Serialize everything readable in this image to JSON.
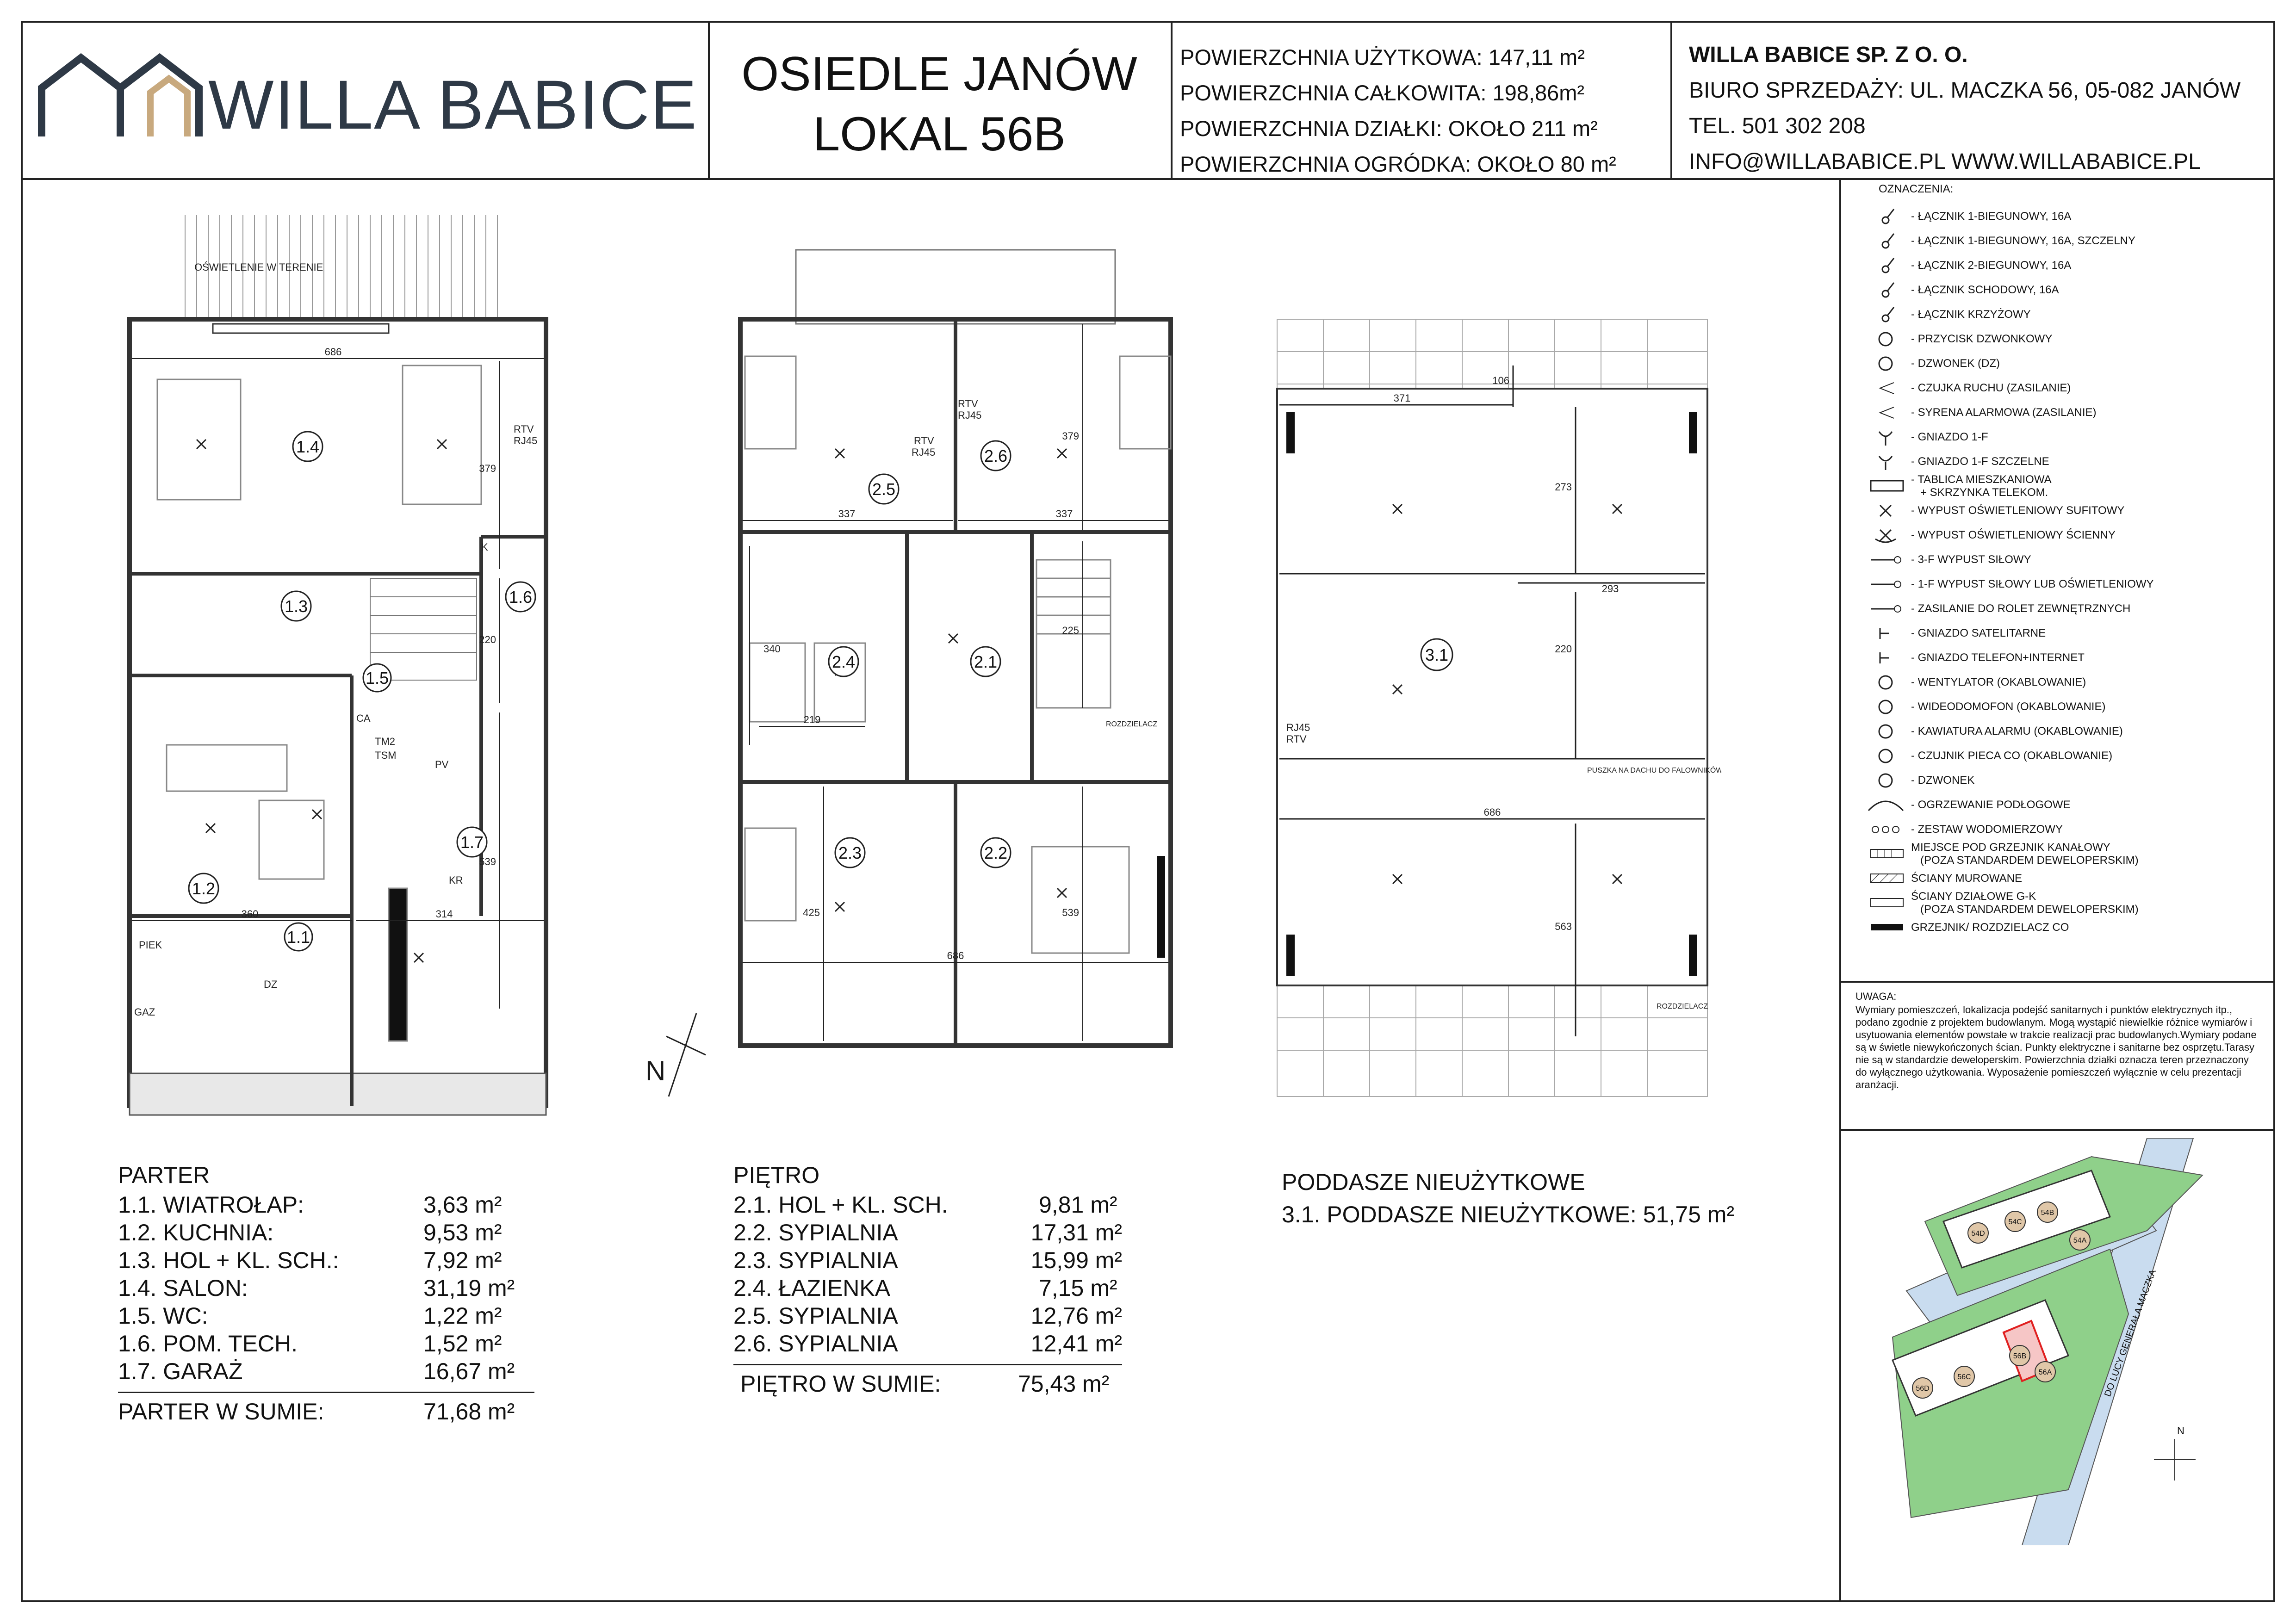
{
  "brand": {
    "name": "WILLA BABICE",
    "color": "#2e3946",
    "accent": "#c8a97e"
  },
  "title": {
    "line1": "OSIEDLE JANÓW",
    "line2": "LOKAL 56B"
  },
  "areas": [
    "POWIERZCHNIA UŻYTKOWA: 147,11 m²",
    "POWIERZCHNIA CAŁKOWITA: 198,86m²",
    "POWIERZCHNIA DZIAŁKI: OKOŁO 211 m²",
    "POWIERZCHNIA OGRÓDKA: OKOŁO 80 m²"
  ],
  "company": {
    "name": "WILLA BABICE SP. Z O. O.",
    "office": "BIURO SPRZEDAŻY: UL. MACZKA 56, 05-082 JANÓW",
    "phone": "TEL. 501 302 208",
    "contact": "INFO@WILLABABICE.PL  WWW.WILLABABICE.PL"
  },
  "plans": {
    "ground": {
      "rooms": [
        "1.4",
        "1.3",
        "1.6",
        "1.5",
        "1.7",
        "1.2",
        "1.1"
      ],
      "dims": [
        "686",
        "379",
        "220",
        "539",
        "360",
        "314"
      ],
      "labels": [
        "OŚWIETLENIE W TERENIE",
        "RTV",
        "RJ45",
        "CA",
        "TM2",
        "TSM",
        "PV",
        "KR",
        "K",
        "GAZ",
        "PIEK",
        "DZ"
      ],
      "north": "N"
    },
    "floor": {
      "rooms": [
        "2.5",
        "2.6",
        "2.4",
        "2.1",
        "2.3",
        "2.2"
      ],
      "dims": [
        "337",
        "337",
        "379",
        "340",
        "219",
        "225",
        "425",
        "539",
        "686"
      ],
      "labels": [
        "RTV",
        "RJ45",
        "RTV",
        "RJ45",
        "ROZDZIELACZ"
      ]
    },
    "attic": {
      "rooms": [
        "3.1"
      ],
      "dims": [
        "371",
        "106",
        "273",
        "293",
        "220",
        "686",
        "563"
      ],
      "labels": [
        "RJ45",
        "RTV",
        "PUSZKA NA DACHU DO FALOWNIKÓW",
        "ROZDZIELACZ"
      ]
    }
  },
  "tables": {
    "ground": {
      "title": "PARTER",
      "rows": [
        {
          "name": "1.1. WIATROŁAP:",
          "area": "3,63 m²"
        },
        {
          "name": "1.2. KUCHNIA:",
          "area": "9,53 m²"
        },
        {
          "name": "1.3. HOL + KL. SCH.:",
          "area": "7,92 m²"
        },
        {
          "name": "1.4. SALON:",
          "area": "31,19 m²"
        },
        {
          "name": "1.5. WC:",
          "area": "1,22 m²"
        },
        {
          "name": "1.6. POM. TECH.",
          "area": "1,52 m²"
        },
        {
          "name": "1.7. GARAŻ",
          "area": "16,67 m²"
        }
      ],
      "sum_label": "PARTER W SUMIE:",
      "sum_value": "71,68 m²"
    },
    "floor": {
      "title": "PIĘTRO",
      "rows": [
        {
          "name": "2.1. HOL + KL. SCH.",
          "area": "9,81 m²"
        },
        {
          "name": "2.2. SYPIALNIA",
          "area": "17,31 m²"
        },
        {
          "name": "2.3. SYPIALNIA",
          "area": "15,99 m²"
        },
        {
          "name": "2.4. ŁAZIENKA",
          "area": "7,15 m²"
        },
        {
          "name": "2.5. SYPIALNIA",
          "area": "12,76 m²"
        },
        {
          "name": "2.6. SYPIALNIA",
          "area": "12,41 m²"
        }
      ],
      "sum_label": "PIĘTRO W SUMIE:",
      "sum_value": "75,43 m²"
    },
    "attic": {
      "title": "PODDASZE NIEUŻYTKOWE",
      "rows": [
        {
          "name": "3.1. PODDASZE NIEUŻYTKOWE:",
          "area": "51,75 m²"
        }
      ]
    }
  },
  "legend": {
    "title": "OZNACZENIA:",
    "items": [
      {
        "label": "- ŁĄCZNIK 1-BIEGUNOWY, 16A",
        "icon": "switch-1-icon"
      },
      {
        "label": "- ŁĄCZNIK 1-BIEGUNOWY, 16A, SZCZELNY",
        "icon": "switch-1-sealed-icon"
      },
      {
        "label": "- ŁĄCZNIK 2-BIEGUNOWY, 16A",
        "icon": "switch-2-icon"
      },
      {
        "label": "- ŁĄCZNIK SCHODOWY, 16A",
        "icon": "switch-stair-icon"
      },
      {
        "label": "- ŁĄCZNIK KRZYŻOWY",
        "icon": "switch-cross-icon"
      },
      {
        "label": "- PRZYCISK DZWONKOWY",
        "icon": "bell-button-icon"
      },
      {
        "label": "- DZWONEK (DZ)",
        "icon": "bell-icon"
      },
      {
        "label": "-   CZUJKA RUCHU (ZASILANIE)",
        "icon": "motion-sensor-icon"
      },
      {
        "label": "-   SYRENA ALARMOWA (ZASILANIE)",
        "icon": "siren-icon"
      },
      {
        "label": "- GNIAZDO 1-F",
        "icon": "socket-icon"
      },
      {
        "label": "- GNIAZDO 1-F SZCZELNE",
        "icon": "socket-sealed-icon"
      },
      {
        "label": "- TABLICA MIESZKANIOWA",
        "label2": "+ SKRZYNKA TELEKOM.",
        "icon": "panel-icon"
      },
      {
        "label": "- WYPUST OŚWIETLENIOWY SUFITOWY",
        "icon": "ceiling-light-icon"
      },
      {
        "label": "- WYPUST OŚWIETLENIOWY ŚCIENNY",
        "icon": "wall-light-icon"
      },
      {
        "label": "- 3-F WYPUST SIŁOWY",
        "icon": "power-3f-icon"
      },
      {
        "label": "- 1-F WYPUST SIŁOWY LUB OŚWIETLENIOWY",
        "icon": "power-1f-icon"
      },
      {
        "label": "- ZASILANIE DO ROLET ZEWNĘTRZNYCH",
        "icon": "blinds-power-icon"
      },
      {
        "label": "- GNIAZDO SATELITARNE",
        "icon": "sat-socket-icon"
      },
      {
        "label": "- GNIAZDO TELEFON+INTERNET",
        "icon": "phone-socket-icon"
      },
      {
        "label": "- WENTYLATOR (OKABLOWANIE)",
        "icon": "fan-icon"
      },
      {
        "label": "- WIDEODOMOFON (OKABLOWANIE)",
        "icon": "intercom-icon"
      },
      {
        "label": "- KAWIATURA ALARMU (OKABLOWANIE)",
        "icon": "alarm-keypad-icon"
      },
      {
        "label": "- CZUJNIK PIECA CO (OKABLOWANIE)",
        "icon": "boiler-sensor-icon"
      },
      {
        "label": "- DZWONEK",
        "icon": "doorbell-icon"
      },
      {
        "label": "- OGRZEWANIE PODŁOGOWE",
        "icon": "floor-heating-icon"
      },
      {
        "label": "- ZESTAW WODOMIERZOWY",
        "icon": "water-meter-icon"
      },
      {
        "label": "MIEJSCE POD GRZEJNIK KANAŁOWY",
        "label2": "(POZA STANDARDEM  DEWELOPERSKIM)",
        "icon": "channel-heater-icon"
      },
      {
        "label": "ŚCIANY  MUROWANE",
        "icon": "masonry-wall-icon"
      },
      {
        "label": "ŚCIANY DZIAŁOWE G-K",
        "label2": "(POZA STANDARDEM  DEWELOPERSKIM)",
        "icon": "drywall-icon"
      },
      {
        "label": "GRZEJNIK/ ROZDZIELACZ CO",
        "icon": "radiator-icon"
      }
    ]
  },
  "note": {
    "title": "UWAGA:",
    "text": "Wymiary pomieszczeń, lokalizacja podejść sanitarnych i punktów elektrycznych itp., podano zgodnie z projektem budowlanym.  Mogą wystąpić niewielkie różnice wymiarów i usytuowania elementów powstałe w trakcie realizacji prac budowlanych.Wymiary podane są w świetle niewykończonych ścian. Punkty elektryczne i sanitarne bez osprzętu.Tarasy nie są w standardzie deweloperskim. Powierzchnia działki oznacza teren przeznaczony do wyłącznego użytkowania. Wyposażenie pomieszczeń wyłącznie w celu prezentacji aranżacji."
  },
  "siteplan": {
    "units": [
      "54D",
      "54C",
      "54B",
      "54A",
      "56D",
      "56C",
      "56B",
      "56A"
    ],
    "street": "DO LUCY GENERAŁA MACZKA",
    "north": "N",
    "colors": {
      "green": "#8fd08a",
      "road": "#c9dcef",
      "highlight": "#e02020"
    }
  }
}
